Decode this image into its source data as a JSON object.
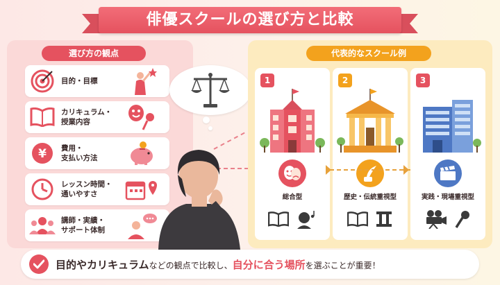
{
  "title": "俳優スクールの選び方と比較",
  "criteria_panel": {
    "heading": "選び方の観点",
    "items": [
      {
        "label_line1": "目的・目標",
        "label_line2": "",
        "icon": "target-icon",
        "deco": "star-reach-icon"
      },
      {
        "label_line1": "カリキュラム・",
        "label_line2": "授業内容",
        "icon": "open-book-icon",
        "deco": "mask-mic-icon"
      },
      {
        "label_line1": "費用・",
        "label_line2": "支払い方法",
        "icon": "yen-coin-icon",
        "deco": "piggy-bank-icon"
      },
      {
        "label_line1": "レッスン時間・",
        "label_line2": "通いやすさ",
        "icon": "clock-icon",
        "deco": "calendar-pin-icon"
      },
      {
        "label_line1": "講師・実績・",
        "label_line2": "サポート体制",
        "icon": "group-icon",
        "deco": "speech-person-icon"
      }
    ]
  },
  "examples_panel": {
    "heading": "代表的なスクール例",
    "schools": [
      {
        "number": "1",
        "name": "総合型",
        "building": "red-building-icon",
        "badge_icon": "theater-masks-icon",
        "sub_icons": [
          "book-icon",
          "singing-person-icon"
        ]
      },
      {
        "number": "2",
        "name": "歴史・伝統重視型",
        "building": "classical-building-icon",
        "badge_icon": "ink-quill-icon",
        "sub_icons": [
          "book-icon",
          "column-icon"
        ]
      },
      {
        "number": "3",
        "name": "実践・現場重視型",
        "building": "modern-building-icon",
        "badge_icon": "clapperboard-icon",
        "sub_icons": [
          "movie-camera-icon",
          "microphone-icon"
        ]
      }
    ]
  },
  "center": {
    "bubble_icon": "balance-scale-icon",
    "figure": "thinking-person-icon"
  },
  "bottom": {
    "part1": "目的やカリキュラム",
    "part2": "などの観点で比較し、",
    "part3": "自分に合う場所",
    "part4": "を選ぶことが重要！"
  },
  "colors": {
    "red": "#e5525f",
    "orange": "#f3a21d",
    "pink_panel": "#fbd9d8",
    "yellow_panel": "#fdebbf",
    "num1": "#e5525f",
    "num2": "#f3a21d",
    "num3": "#e5525f"
  }
}
